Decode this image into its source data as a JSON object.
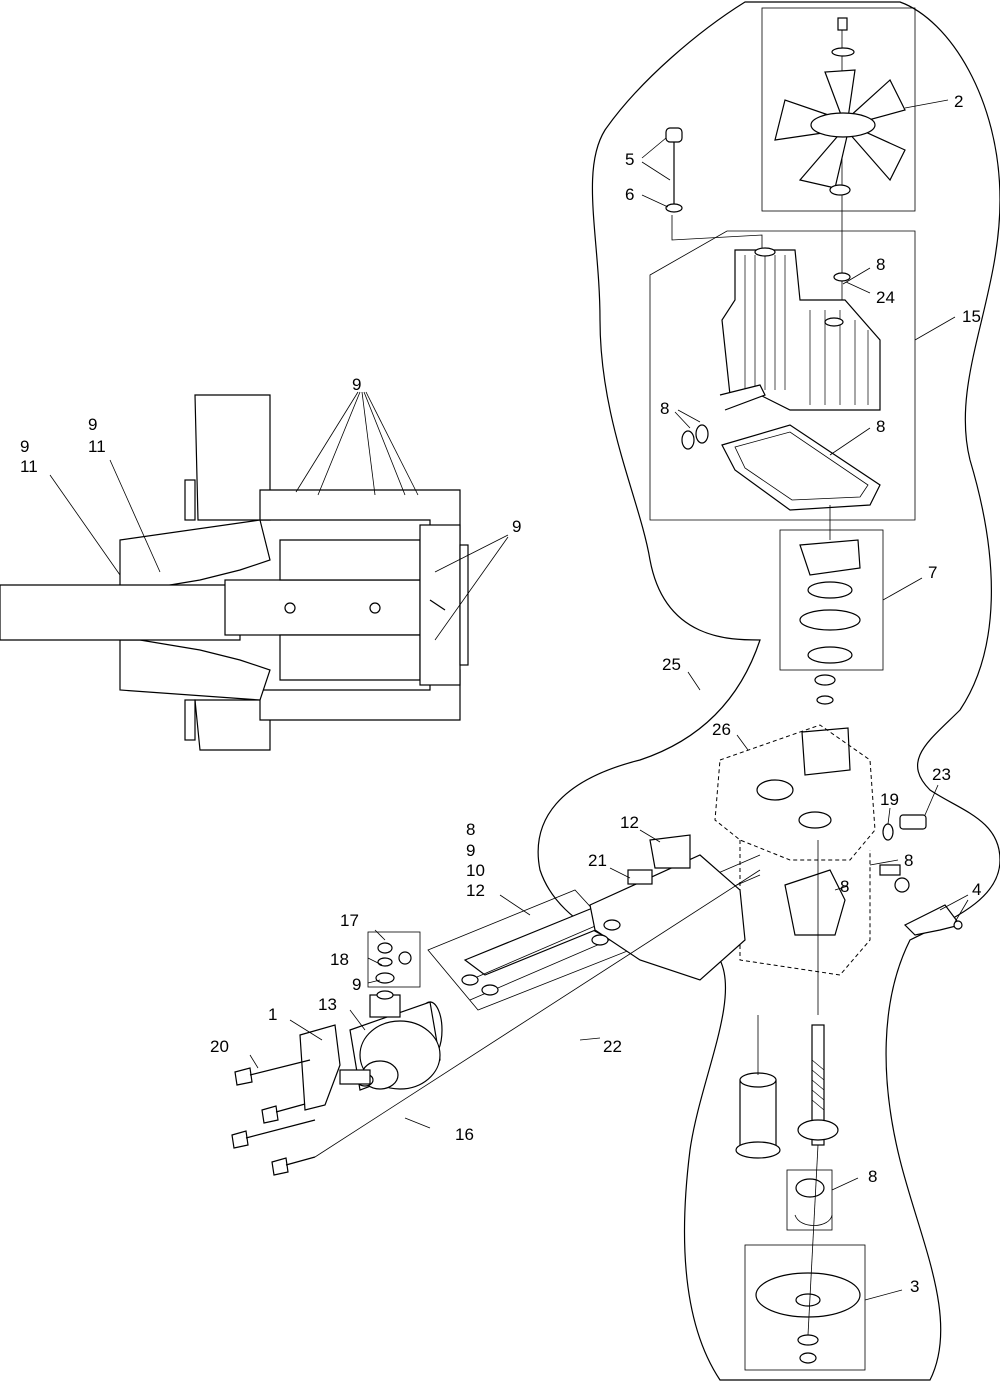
{
  "callouts": {
    "c2": "2",
    "c5": "5",
    "c6": "6",
    "c8a": "8",
    "c24": "24",
    "c15": "15",
    "c8b": "8",
    "c8c": "8",
    "c7": "7",
    "c25": "25",
    "c26": "26",
    "c23": "23",
    "c19": "19",
    "c8d": "8",
    "c8e": "8",
    "c4": "4",
    "c12a": "12",
    "c21": "21",
    "s8": "8",
    "s9": "9",
    "s10": "10",
    "s12": "12",
    "c17": "17",
    "c18": "18",
    "c9a": "9",
    "c22": "22",
    "c1": "1",
    "c13": "13",
    "c20": "20",
    "c16": "16",
    "c8f": "8",
    "c3": "3",
    "x9top": "9",
    "x9left": "9",
    "x11left": "11",
    "x9mid": "9",
    "x11mid": "11",
    "x9right": "9"
  }
}
